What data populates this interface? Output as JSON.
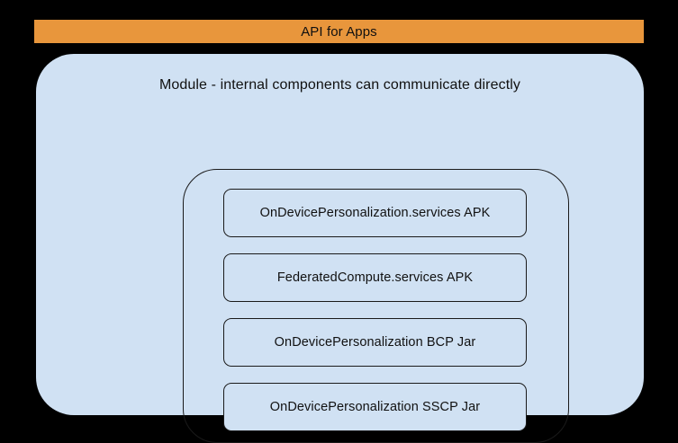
{
  "diagram": {
    "api_banner": {
      "label": "API for Apps",
      "color": "#e8963c"
    },
    "module": {
      "title": "Module - internal components can communicate directly",
      "fill_color": "#d0e1f3",
      "border_color": "#1a1a1a"
    },
    "components": [
      {
        "label": "OnDevicePersonalization.services APK"
      },
      {
        "label": "FederatedCompute.services APK"
      },
      {
        "label": "OnDevicePersonalization BCP Jar"
      },
      {
        "label": "OnDevicePersonalization SSCP Jar"
      }
    ]
  }
}
